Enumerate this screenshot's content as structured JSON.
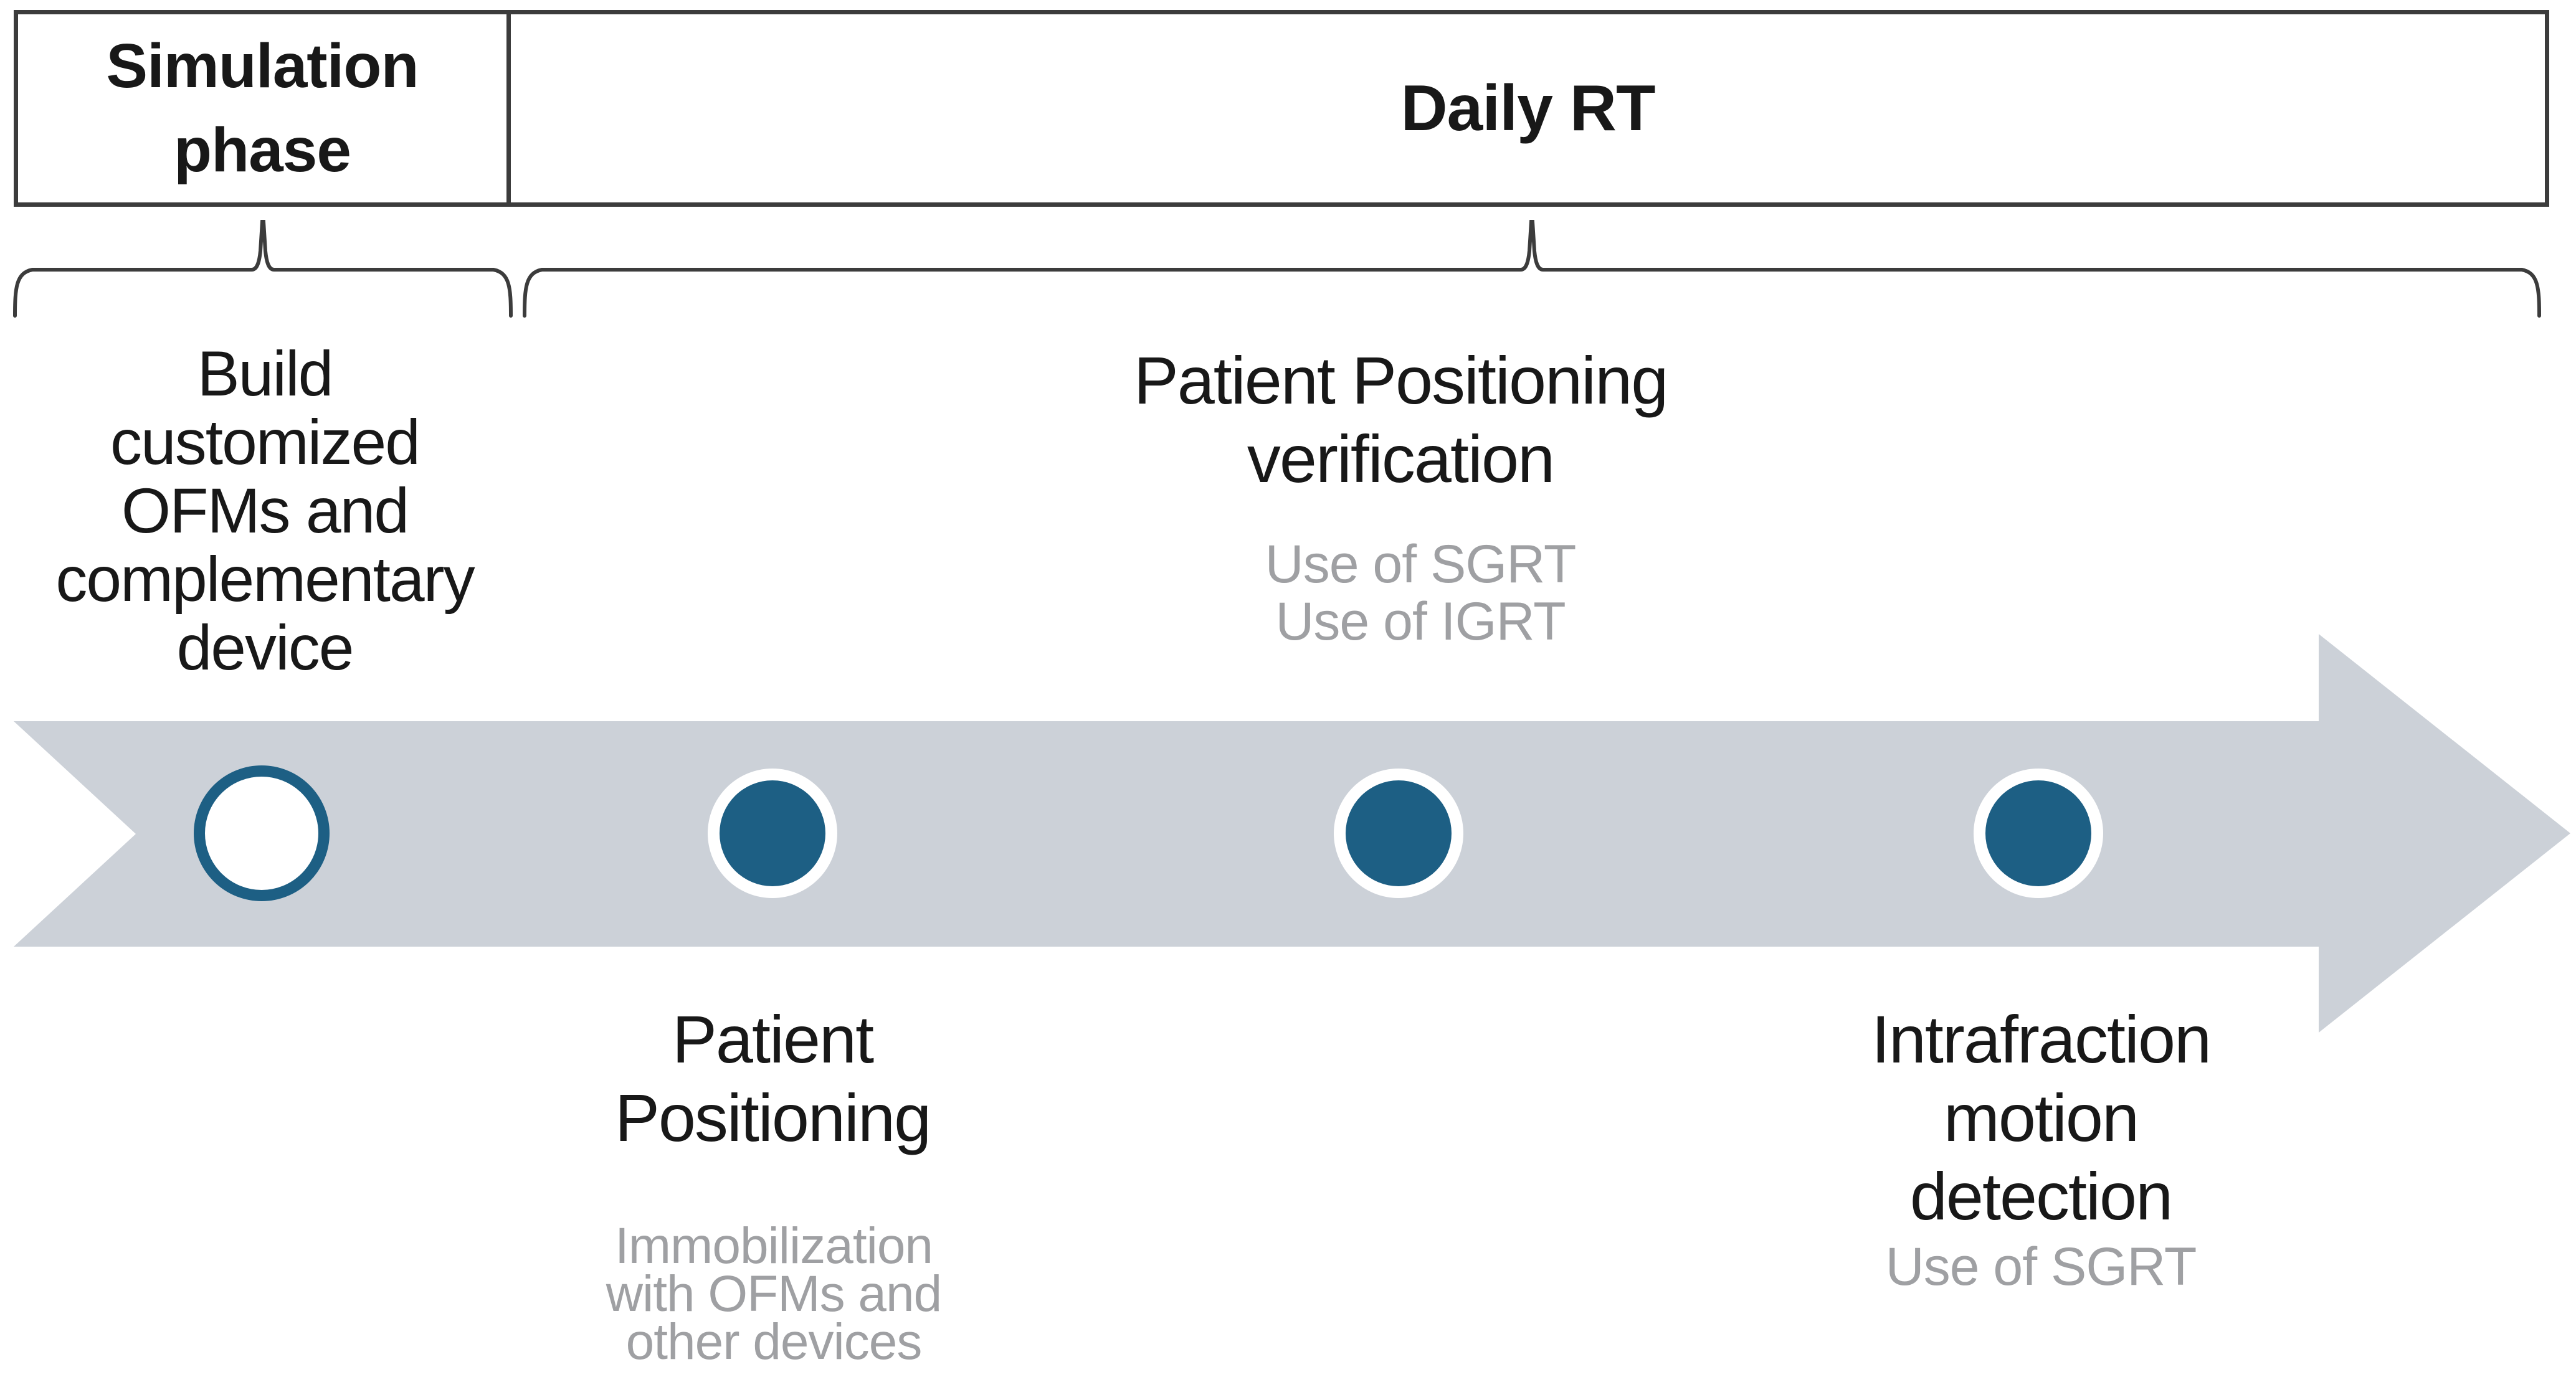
{
  "colors": {
    "band-gray": "#ccd1d8",
    "accent-blue": "#1d5f84",
    "line-dark": "#3c3c3c",
    "text-dark": "#181818",
    "text-gray": "#9fa0a3"
  },
  "header": {
    "simulation_cell": {
      "line1": "Simulation",
      "line2": "phase"
    },
    "daily_rt_cell": {
      "label": "Daily RT"
    }
  },
  "steps": {
    "build": {
      "lines": [
        "Build",
        "customized",
        "OFMs and",
        "complementary",
        "device"
      ]
    },
    "positioning_verification": {
      "lines": [
        "Patient Positioning",
        "verification"
      ],
      "subs": [
        "Use of SGRT",
        "Use of IGRT"
      ]
    },
    "patient_positioning": {
      "lines": [
        "Patient",
        "Positioning"
      ],
      "subs": [
        "Immobilization",
        "with OFMs and",
        "other devices"
      ]
    },
    "intrafraction": {
      "lines": [
        "Intrafraction",
        "motion",
        "detection"
      ],
      "subs": [
        "Use of SGRT"
      ]
    }
  }
}
